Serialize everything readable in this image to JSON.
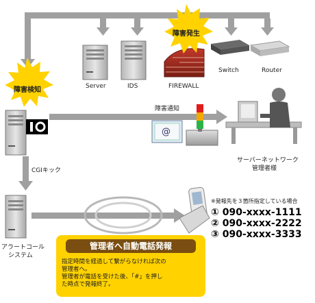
{
  "labels": {
    "failure_detected": "障害検知",
    "failure_occurred": "障害発生",
    "server": "Server",
    "ids": "IDS",
    "firewall": "FIREWALL",
    "switch": "Switch",
    "router": "Router",
    "failure_notice": "障害通知",
    "admin_line1": "サーバーネットワーク",
    "admin_line2": "管理者様",
    "cgi_kick": "CGIキック",
    "alert_line1": "アラートコール",
    "alert_line2": "システム",
    "mail_symbol": "@"
  },
  "phones": {
    "note": "※発報先を３箇所指定している場合",
    "entries": [
      {
        "num": "①",
        "number": "090-xxxx-1111"
      },
      {
        "num": "②",
        "number": "090-xxxx-2222"
      },
      {
        "num": "③",
        "number": "090-xxxx-3333"
      }
    ]
  },
  "notice": {
    "title": "管理者へ自動電話発報",
    "line1": "指定時間を経過して繋がらなければ次の",
    "line2": "管理者へ。",
    "line3": "管理者が電話を受けた後、「#」を押し",
    "line4": "た時点で発報終了。"
  },
  "colors": {
    "arrow": "#a0a0a0",
    "burst": "#ffd200",
    "notice_bg": "#ffd200",
    "notice_title_bg": "#7a4e10"
  }
}
